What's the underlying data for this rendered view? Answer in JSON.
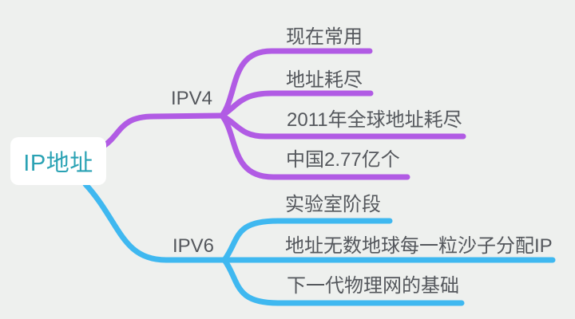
{
  "canvas": {
    "background_color": "#eef0ee",
    "label_text_color": "#54575c"
  },
  "mindmap": {
    "root": {
      "label": "IP地址",
      "text_color": "#2aa2b4",
      "box_color": "#ffffff"
    },
    "branches": [
      {
        "label": "IPV4",
        "color": "#b15be4",
        "children": [
          {
            "label": "现在常用"
          },
          {
            "label": "地址耗尽"
          },
          {
            "label": "2011年全球地址耗尽"
          },
          {
            "label": "中国2.77亿个"
          }
        ]
      },
      {
        "label": "IPV6",
        "color": "#3fb8f0",
        "children": [
          {
            "label": "实验室阶段"
          },
          {
            "label": "地址无数地球每一粒沙子分配IP"
          },
          {
            "label": "下一代物理网的基础"
          }
        ]
      }
    ]
  }
}
